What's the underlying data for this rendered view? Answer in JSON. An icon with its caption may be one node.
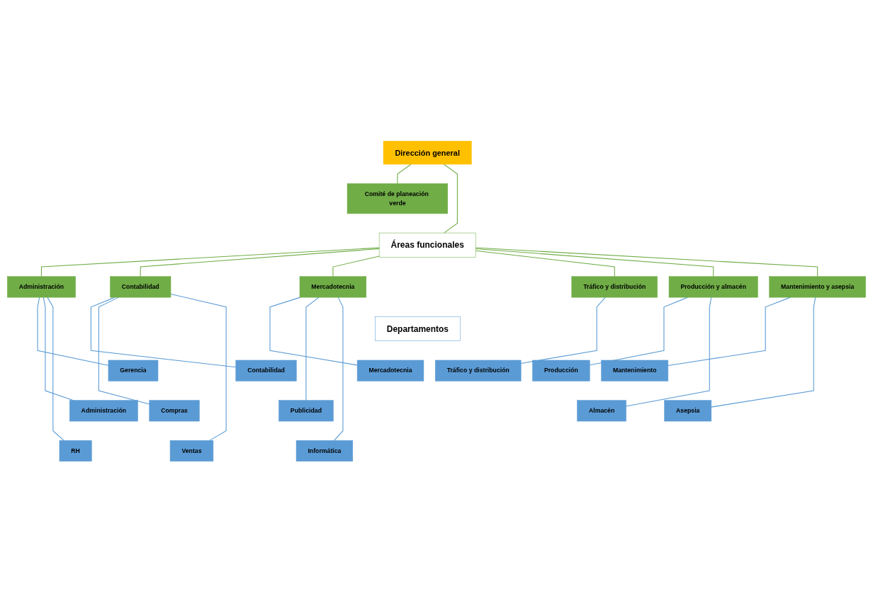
{
  "diagram": {
    "nodes": [
      {
        "text": [
          "Dirección general"
        ]
      },
      {
        "text": [
          "Comité de planeación verde"
        ]
      },
      {
        "text": [
          "Áreas funcionales"
        ]
      },
      {
        "text": [
          "Administración"
        ]
      },
      {
        "text": [
          "Contabilidad"
        ]
      },
      {
        "text": [
          "Mercadotecnia"
        ]
      },
      {
        "text": [
          "Tráfico y distribución"
        ]
      },
      {
        "text": [
          "Producción y almacén"
        ]
      },
      {
        "text": [
          "Mantenimiento y asepsia"
        ]
      },
      {
        "text": [
          "Departamentos"
        ]
      },
      {
        "text": [
          "Gerencia"
        ]
      },
      {
        "text": [
          "Administración"
        ]
      },
      {
        "text": [
          "RH"
        ]
      },
      {
        "text": [
          "Contabilidad"
        ]
      },
      {
        "text": [
          "Compras"
        ]
      },
      {
        "text": [
          "Ventas"
        ]
      },
      {
        "text": [
          "Mercadotecnia"
        ]
      },
      {
        "text": [
          "Publicidad"
        ]
      },
      {
        "text": [
          "Informática"
        ]
      },
      {
        "text": [
          "Tráfico y distribución"
        ]
      },
      {
        "text": [
          "Producción"
        ]
      },
      {
        "text": [
          "Almacén"
        ]
      },
      {
        "text": [
          "Mantenimiento"
        ]
      },
      {
        "text": [
          "Asepsia"
        ]
      }
    ],
    "edges": [
      {
        "from": 0,
        "to": 1,
        "arrow": "none",
        "color": "#70ad47"
      },
      {
        "from": 0,
        "to": 2,
        "arrow": "none",
        "color": "#70ad47"
      },
      {
        "from": 2,
        "to": 3,
        "arrow": "none",
        "color": "#70ad47"
      },
      {
        "from": 2,
        "to": 4,
        "arrow": "none",
        "color": "#70ad47"
      },
      {
        "from": 2,
        "to": 5,
        "arrow": "none",
        "color": "#70ad47"
      },
      {
        "from": 2,
        "to": 6,
        "arrow": "none",
        "color": "#70ad47"
      },
      {
        "from": 2,
        "to": 7,
        "arrow": "none",
        "color": "#70ad47"
      },
      {
        "from": 2,
        "to": 8,
        "arrow": "none",
        "color": "#70ad47"
      },
      {
        "from": 3,
        "to": 10,
        "arrow": "none"
      },
      {
        "from": 3,
        "to": 11,
        "arrow": "none"
      },
      {
        "from": 3,
        "to": 12,
        "arrow": "none"
      },
      {
        "from": 4,
        "to": 13,
        "arrow": "none"
      },
      {
        "from": 4,
        "to": 14,
        "arrow": "none"
      },
      {
        "from": 4,
        "to": 15,
        "arrow": "none"
      },
      {
        "from": 5,
        "to": 16,
        "arrow": "none"
      },
      {
        "from": 5,
        "to": 17,
        "arrow": "none"
      },
      {
        "from": 5,
        "to": 18,
        "arrow": "none"
      },
      {
        "from": 6,
        "to": 19,
        "arrow": "none"
      },
      {
        "from": 7,
        "to": 20,
        "arrow": "none"
      },
      {
        "from": 7,
        "to": 21,
        "arrow": "none"
      },
      {
        "from": 8,
        "to": 22,
        "arrow": "none"
      },
      {
        "from": 8,
        "to": 23,
        "arrow": "none"
      }
    ]
  }
}
